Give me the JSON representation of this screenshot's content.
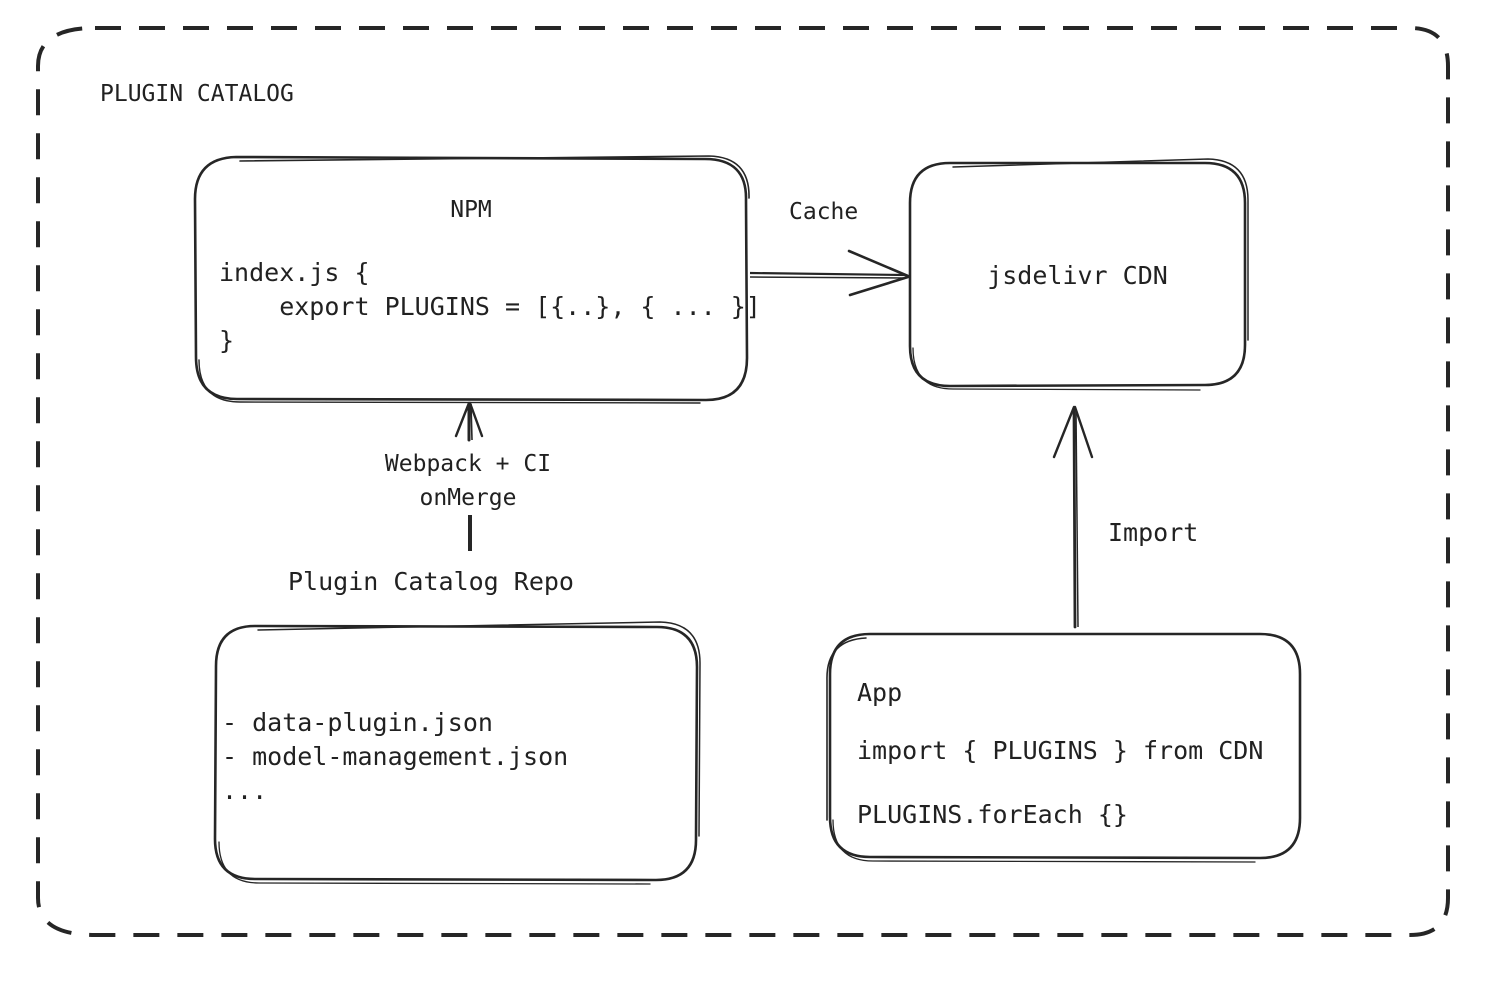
{
  "container": {
    "title": "PLUGIN CATALOG",
    "border_style": "dashed",
    "stroke_color": "#262626"
  },
  "nodes": {
    "npm": {
      "title": "NPM",
      "code": "index.js {\n    export PLUGINS = [{..}, { ... }]\n}"
    },
    "cdn": {
      "title": "jsdelivr CDN"
    },
    "repo": {
      "caption": "Plugin Catalog Repo",
      "files": "- data-plugin.json\n- model-management.json\n..."
    },
    "app": {
      "title": "App",
      "line1": "import { PLUGINS } from CDN",
      "line2": "PLUGINS.forEach {}"
    }
  },
  "edges": {
    "npm_to_cdn": {
      "label": "Cache"
    },
    "repo_to_npm": {
      "label": "Webpack + CI\nonMerge"
    },
    "app_to_cdn": {
      "label": "Import"
    }
  }
}
